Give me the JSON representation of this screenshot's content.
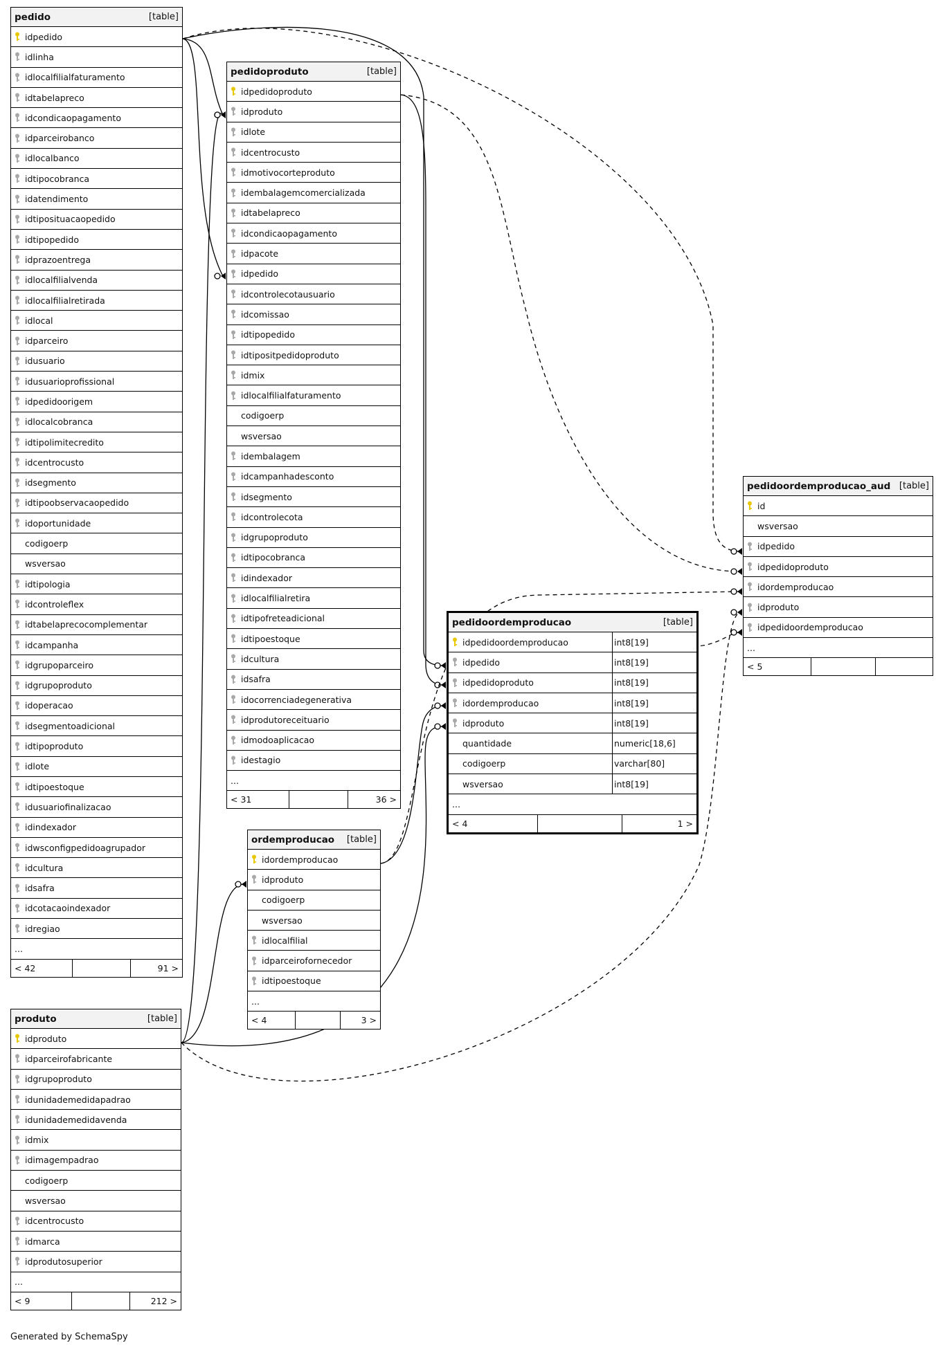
{
  "footer": {
    "credit": "Generated by SchemaSpy"
  },
  "kind_label": "[table]",
  "ellipsis": "...",
  "tables": {
    "pedido": {
      "name": "pedido",
      "columns": [
        {
          "n": "idpedido",
          "k": "pk"
        },
        {
          "n": "idlinha",
          "k": "fk"
        },
        {
          "n": "idlocalfilialfaturamento",
          "k": "fk"
        },
        {
          "n": "idtabelapreco",
          "k": "fk"
        },
        {
          "n": "idcondicaopagamento",
          "k": "fk"
        },
        {
          "n": "idparceirobanco",
          "k": "fk"
        },
        {
          "n": "idlocalbanco",
          "k": "fk"
        },
        {
          "n": "idtipocobranca",
          "k": "fk"
        },
        {
          "n": "idatendimento",
          "k": "fk"
        },
        {
          "n": "idtiposituacaopedido",
          "k": "fk"
        },
        {
          "n": "idtipopedido",
          "k": "fk"
        },
        {
          "n": "idprazoentrega",
          "k": "fk"
        },
        {
          "n": "idlocalfilialvenda",
          "k": "fk"
        },
        {
          "n": "idlocalfilialretirada",
          "k": "fk"
        },
        {
          "n": "idlocal",
          "k": "fk"
        },
        {
          "n": "idparceiro",
          "k": "fk"
        },
        {
          "n": "idusuario",
          "k": "fk"
        },
        {
          "n": "idusuarioprofissional",
          "k": "fk"
        },
        {
          "n": "idpedidoorigem",
          "k": "fk"
        },
        {
          "n": "idlocalcobranca",
          "k": "fk"
        },
        {
          "n": "idtipolimitecredito",
          "k": "fk"
        },
        {
          "n": "idcentrocusto",
          "k": "fk"
        },
        {
          "n": "idsegmento",
          "k": "fk"
        },
        {
          "n": "idtipoobservacaopedido",
          "k": "fk"
        },
        {
          "n": "idoportunidade",
          "k": "fk"
        },
        {
          "n": "codigoerp",
          "k": ""
        },
        {
          "n": "wsversao",
          "k": ""
        },
        {
          "n": "idtipologia",
          "k": "fk"
        },
        {
          "n": "idcontroleflex",
          "k": "fk"
        },
        {
          "n": "idtabelaprecocomplementar",
          "k": "fk"
        },
        {
          "n": "idcampanha",
          "k": "fk"
        },
        {
          "n": "idgrupoparceiro",
          "k": "fk"
        },
        {
          "n": "idgrupoproduto",
          "k": "fk"
        },
        {
          "n": "idoperacao",
          "k": "fk"
        },
        {
          "n": "idsegmentoadicional",
          "k": "fk"
        },
        {
          "n": "idtipoproduto",
          "k": "fk"
        },
        {
          "n": "idlote",
          "k": "fk"
        },
        {
          "n": "idtipoestoque",
          "k": "fk"
        },
        {
          "n": "idusuariofinalizacao",
          "k": "fk"
        },
        {
          "n": "idindexador",
          "k": "fk"
        },
        {
          "n": "idwsconfigpedidoagrupador",
          "k": "fk"
        },
        {
          "n": "idcultura",
          "k": "fk"
        },
        {
          "n": "idsafra",
          "k": "fk"
        },
        {
          "n": "idcotacaoindexador",
          "k": "fk"
        },
        {
          "n": "idregiao",
          "k": "fk"
        }
      ],
      "footer": [
        "< 42",
        "",
        "91 >"
      ]
    },
    "pedidoproduto": {
      "name": "pedidoproduto",
      "columns": [
        {
          "n": "idpedidoproduto",
          "k": "pk"
        },
        {
          "n": "idproduto",
          "k": "fk"
        },
        {
          "n": "idlote",
          "k": "fk"
        },
        {
          "n": "idcentrocusto",
          "k": "fk"
        },
        {
          "n": "idmotivocorteproduto",
          "k": "fk"
        },
        {
          "n": "idembalagemcomercializada",
          "k": "fk"
        },
        {
          "n": "idtabelapreco",
          "k": "fk"
        },
        {
          "n": "idcondicaopagamento",
          "k": "fk"
        },
        {
          "n": "idpacote",
          "k": "fk"
        },
        {
          "n": "idpedido",
          "k": "fk"
        },
        {
          "n": "idcontrolecotausuario",
          "k": "fk"
        },
        {
          "n": "idcomissao",
          "k": "fk"
        },
        {
          "n": "idtipopedido",
          "k": "fk"
        },
        {
          "n": "idtipositpedidoproduto",
          "k": "fk"
        },
        {
          "n": "idmix",
          "k": "fk"
        },
        {
          "n": "idlocalfilialfaturamento",
          "k": "fk"
        },
        {
          "n": "codigoerp",
          "k": ""
        },
        {
          "n": "wsversao",
          "k": ""
        },
        {
          "n": "idembalagem",
          "k": "fk"
        },
        {
          "n": "idcampanhadesconto",
          "k": "fk"
        },
        {
          "n": "idsegmento",
          "k": "fk"
        },
        {
          "n": "idcontrolecota",
          "k": "fk"
        },
        {
          "n": "idgrupoproduto",
          "k": "fk"
        },
        {
          "n": "idtipocobranca",
          "k": "fk"
        },
        {
          "n": "idindexador",
          "k": "fk"
        },
        {
          "n": "idlocalfilialretira",
          "k": "fk"
        },
        {
          "n": "idtipofreteadicional",
          "k": "fk"
        },
        {
          "n": "idtipoestoque",
          "k": "fk"
        },
        {
          "n": "idcultura",
          "k": "fk"
        },
        {
          "n": "idsafra",
          "k": "fk"
        },
        {
          "n": "idocorrenciadegenerativa",
          "k": "fk"
        },
        {
          "n": "idprodutoreceituario",
          "k": "fk"
        },
        {
          "n": "idmodoaplicacao",
          "k": "fk"
        },
        {
          "n": "idestagio",
          "k": "fk"
        }
      ],
      "footer": [
        "< 31",
        "",
        "36 >"
      ]
    },
    "ordemproducao": {
      "name": "ordemproducao",
      "columns": [
        {
          "n": "idordemproducao",
          "k": "pk"
        },
        {
          "n": "idproduto",
          "k": "fk"
        },
        {
          "n": "codigoerp",
          "k": ""
        },
        {
          "n": "wsversao",
          "k": ""
        },
        {
          "n": "idlocalfilial",
          "k": "fk"
        },
        {
          "n": "idparceirofornecedor",
          "k": "fk"
        },
        {
          "n": "idtipoestoque",
          "k": "fk"
        }
      ],
      "footer": [
        "< 4",
        "",
        "3 >"
      ]
    },
    "produto": {
      "name": "produto",
      "columns": [
        {
          "n": "idproduto",
          "k": "pk"
        },
        {
          "n": "idparceirofabricante",
          "k": "fk"
        },
        {
          "n": "idgrupoproduto",
          "k": "fk"
        },
        {
          "n": "idunidademedidapadrao",
          "k": "fk"
        },
        {
          "n": "idunidademedidavenda",
          "k": "fk"
        },
        {
          "n": "idmix",
          "k": "fk"
        },
        {
          "n": "idimagempadrao",
          "k": "fk"
        },
        {
          "n": "codigoerp",
          "k": ""
        },
        {
          "n": "wsversao",
          "k": ""
        },
        {
          "n": "idcentrocusto",
          "k": "fk"
        },
        {
          "n": "idmarca",
          "k": "fk"
        },
        {
          "n": "idprodutosuperior",
          "k": "fk"
        }
      ],
      "footer": [
        "< 9",
        "",
        "212 >"
      ]
    },
    "pedidoordemproducao": {
      "name": "pedidoordemproducao",
      "columns": [
        {
          "n": "idpedidoordemproducao",
          "k": "pk",
          "t": "int8[19]"
        },
        {
          "n": "idpedido",
          "k": "fk",
          "t": "int8[19]"
        },
        {
          "n": "idpedidoproduto",
          "k": "fk",
          "t": "int8[19]"
        },
        {
          "n": "idordemproducao",
          "k": "fk",
          "t": "int8[19]"
        },
        {
          "n": "idproduto",
          "k": "fk",
          "t": "int8[19]"
        },
        {
          "n": "quantidade",
          "k": "",
          "t": "numeric[18,6]"
        },
        {
          "n": "codigoerp",
          "k": "",
          "t": "varchar[80]"
        },
        {
          "n": "wsversao",
          "k": "",
          "t": "int8[19]"
        }
      ],
      "footer": [
        "< 4",
        "",
        "1 >"
      ]
    },
    "pedidoordemproducao_aud": {
      "name": "pedidoordemproducao_aud",
      "columns": [
        {
          "n": "id",
          "k": "pk"
        },
        {
          "n": "wsversao",
          "k": ""
        },
        {
          "n": "idpedido",
          "k": "fk"
        },
        {
          "n": "idpedidoproduto",
          "k": "fk"
        },
        {
          "n": "idordemproducao",
          "k": "fk"
        },
        {
          "n": "idproduto",
          "k": "fk"
        },
        {
          "n": "idpedidoordemproducao",
          "k": "fk"
        }
      ],
      "footer": [
        "< 5",
        "",
        ""
      ]
    }
  }
}
